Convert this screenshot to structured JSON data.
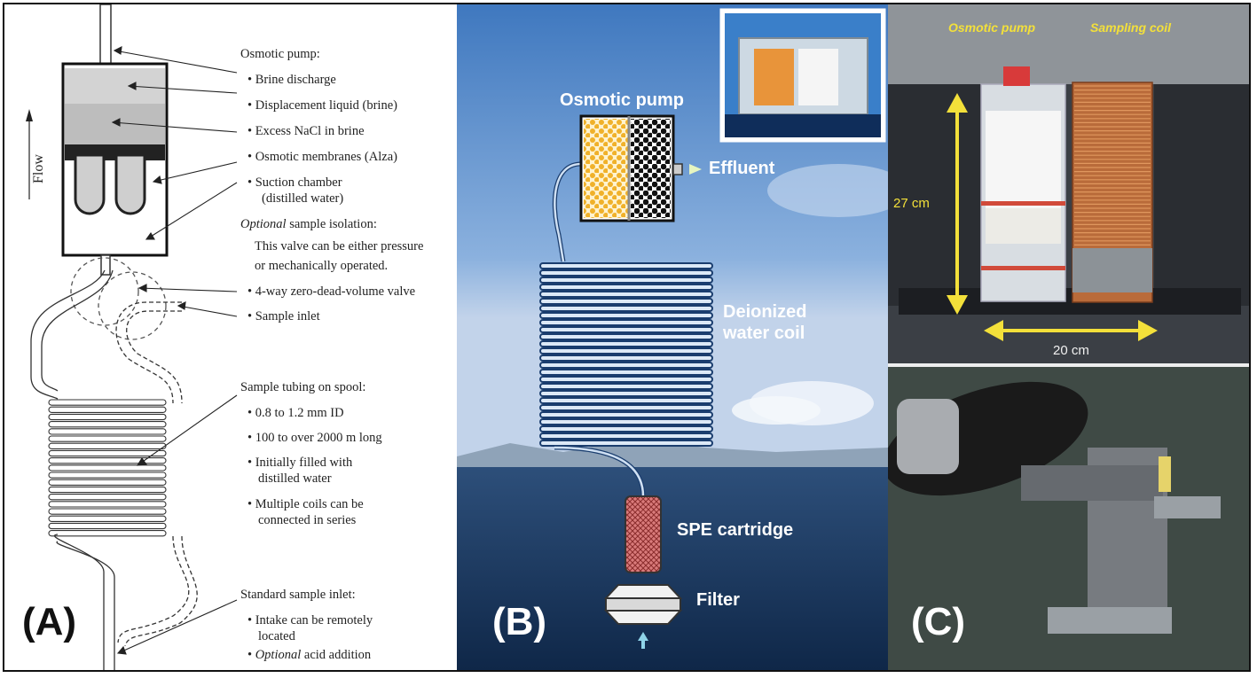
{
  "panel_a": {
    "letter": "(A)",
    "flow_label": "Flow",
    "osmotic_pump": {
      "heading": "Osmotic pump:",
      "items": [
        "Brine discharge",
        "Displacement liquid (brine)",
        "Excess NaCl in brine",
        "Osmotic membranes (Alza)",
        "Suction chamber",
        "(distilled water)"
      ]
    },
    "isolation": {
      "heading_italic": "Optional",
      "heading_rest": " sample isolation:",
      "line1": "This valve can be either pressure",
      "line2": "or mechanically operated."
    },
    "valve": "4-way zero-dead-volume valve",
    "sample_inlet": "Sample inlet",
    "tubing": {
      "heading": "Sample tubing on spool:",
      "items": [
        "0.8 to 1.2 mm ID",
        "100 to over 2000 m long",
        "Initially filled with",
        "distilled water",
        "Multiple coils can be",
        "connected in series"
      ]
    },
    "standard": {
      "heading": "Standard sample inlet:",
      "item1": "Intake can be remotely",
      "item1b": "located",
      "item2_italic": "Optional",
      "item2_rest": " acid addition"
    }
  },
  "panel_b": {
    "letter": "(B)",
    "osmotic_pump": "Osmotic pump",
    "effluent": "Effluent",
    "coil_line1": "Deionized",
    "coil_line2": "water coil",
    "spe": "SPE cartridge",
    "filter": "Filter"
  },
  "panel_c": {
    "letter": "(C)",
    "osmotic_label": "Osmotic pump",
    "sampling_label": "Sampling coil",
    "height": "27 cm",
    "width": "20 cm"
  },
  "colors": {
    "annotation_yellow": "#f3e03a",
    "coil_blue": "#1a3d6e",
    "orange_beads": "#f0b12a"
  }
}
